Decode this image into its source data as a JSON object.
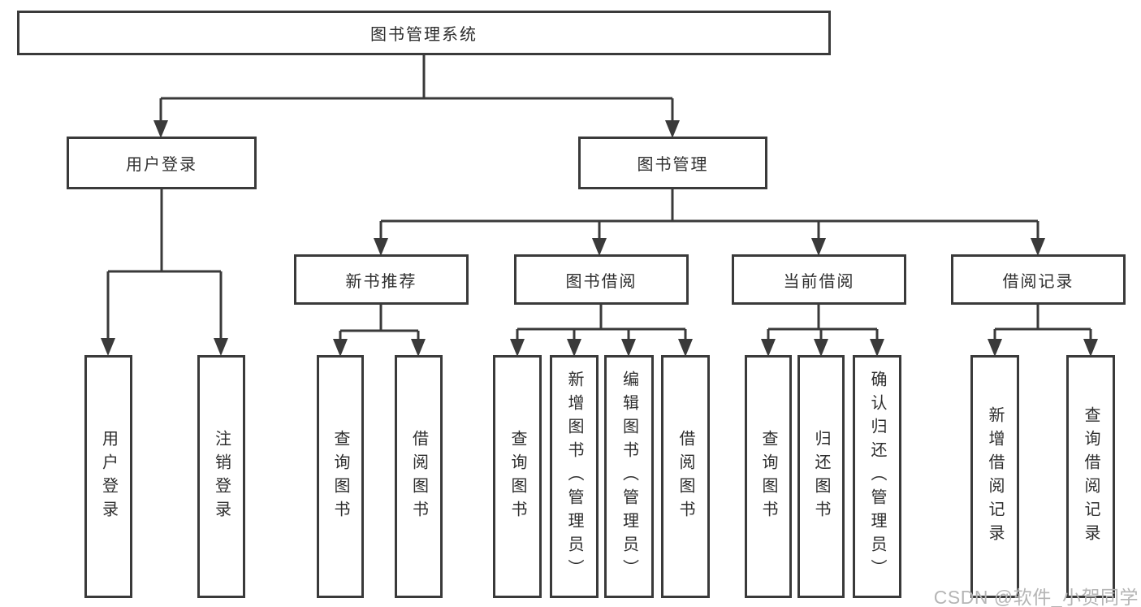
{
  "nodes": {
    "root": "图书管理系统",
    "branches": [
      "用户登录",
      "图书管理"
    ],
    "modules": [
      "新书推荐",
      "图书借阅",
      "当前借阅",
      "借阅记录"
    ],
    "leaves": [
      "用户登录",
      "注销登录",
      "查询图书",
      "借阅图书",
      "查询图书",
      "新增图书（管理员）",
      "编辑图书（管理员）",
      "借阅图书",
      "查询图书",
      "归还图书",
      "确认归还（管理员）",
      "新增借阅记录",
      "查询借阅记录"
    ]
  },
  "watermark": {
    "text": "CSDN @软件_小贺同学"
  },
  "colors": {
    "line": "#3a3a3a",
    "text": "#2e2e2e",
    "background": "#ffffff",
    "watermark": "#b5b5b5"
  }
}
